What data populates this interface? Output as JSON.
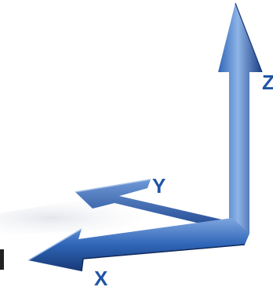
{
  "axes": {
    "x_label": "X",
    "y_label": "Y",
    "z_label": "Z"
  },
  "colors": {
    "arrow_dark": "#1b3f86",
    "arrow_mid": "#2f66b8",
    "arrow_light": "#8fb4e6",
    "label": "#1f55a5",
    "shadow_band": "#e9eaee"
  }
}
